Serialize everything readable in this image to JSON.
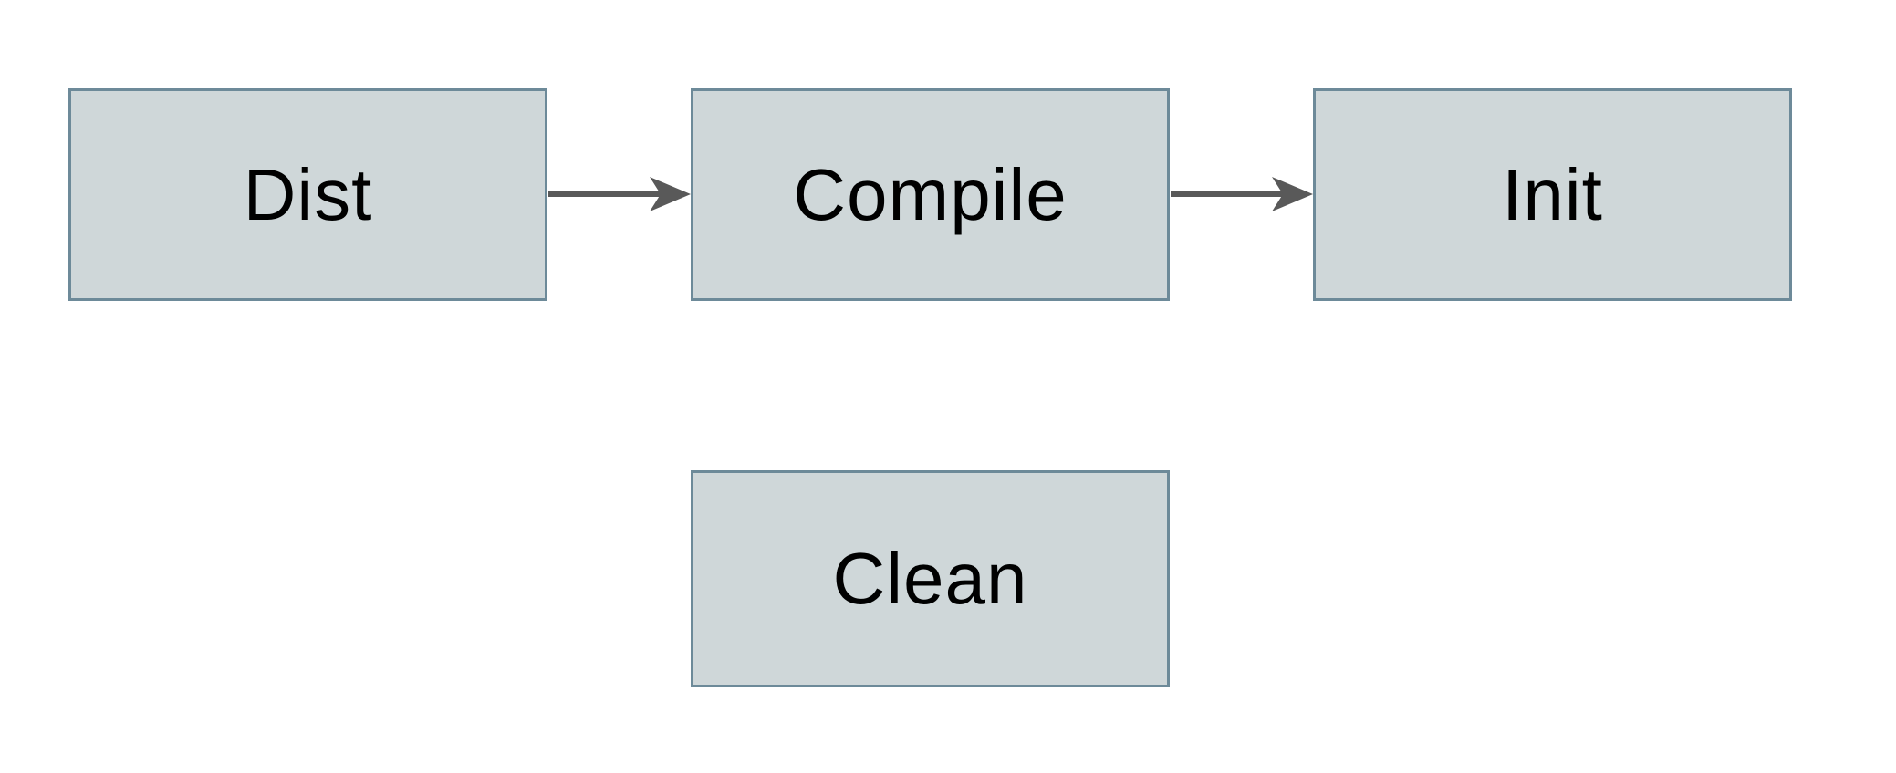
{
  "diagram": {
    "nodes": [
      {
        "id": "dist",
        "label": "Dist"
      },
      {
        "id": "compile",
        "label": "Compile"
      },
      {
        "id": "init",
        "label": "Init"
      },
      {
        "id": "clean",
        "label": "Clean"
      }
    ],
    "edges": [
      {
        "from": "dist",
        "to": "compile",
        "direction": "right"
      },
      {
        "from": "compile",
        "to": "init",
        "direction": "right"
      }
    ],
    "colors": {
      "node_fill": "#cfd7d9",
      "node_border": "#6d8a99",
      "arrow": "#595959",
      "text": "#000000",
      "background": "#ffffff"
    }
  }
}
